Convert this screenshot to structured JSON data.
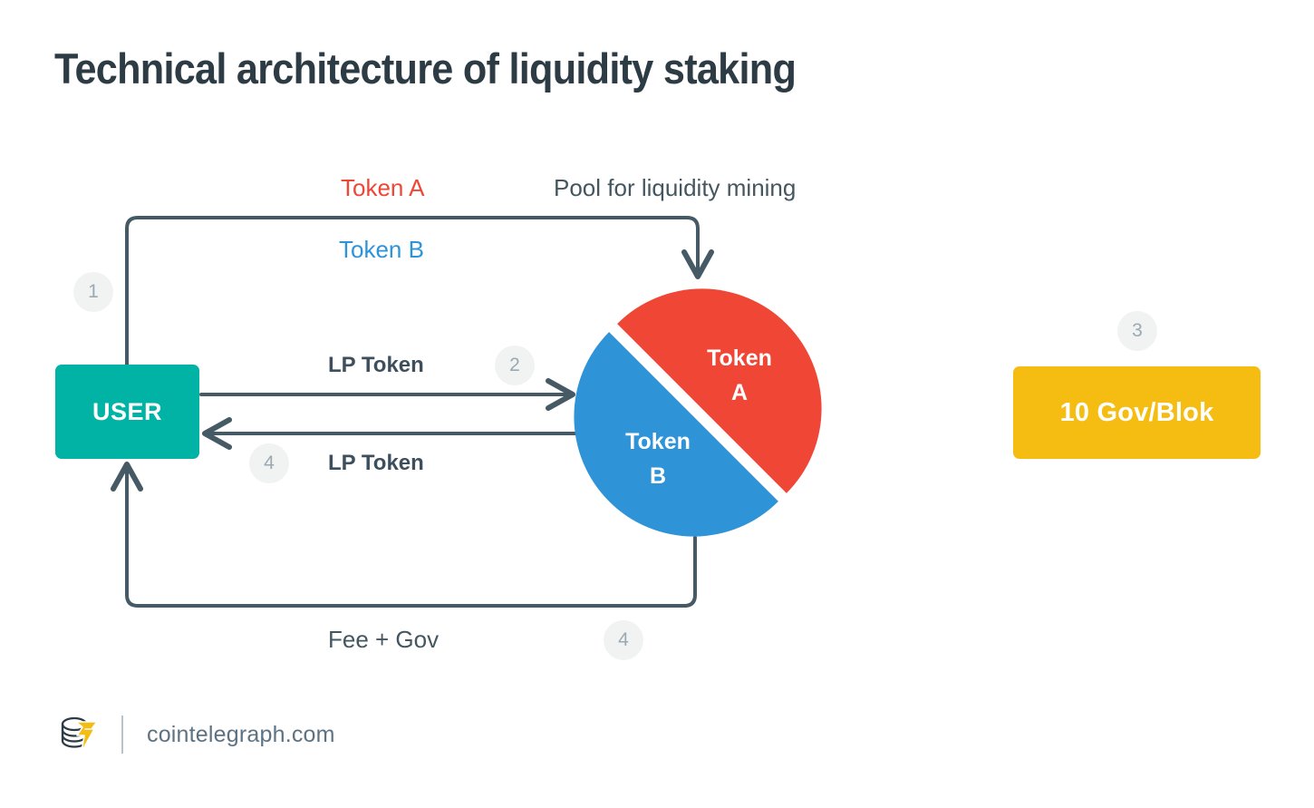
{
  "page": {
    "title": "Technical architecture of liquidity staking",
    "background": "#ffffff"
  },
  "colors": {
    "token_a": "#ef4636",
    "token_b": "#2f93d8",
    "user": "#00b3a4",
    "gov": "#f5bc12",
    "wire": "#455a64",
    "text": "#3d4f5c",
    "badge_bg": "#f1f3f2",
    "badge_text": "#9aa9b2"
  },
  "nodes": {
    "user": {
      "label": "USER"
    },
    "gov": {
      "label": "10 Gov/Blok"
    },
    "pool": {
      "caption": "Pool for liquidity mining",
      "slice_a_label": "Token\nA",
      "slice_b_label": "Token\nB"
    }
  },
  "flow_labels": {
    "token_a": "Token A",
    "token_b": "Token B",
    "pool_caption": "Pool for liquidity mining",
    "lp_token_out": "LP Token",
    "lp_token_in": "LP Token",
    "fee_gov": "Fee + Gov"
  },
  "steps": {
    "one": "1",
    "two": "2",
    "three": "3",
    "four_a": "4",
    "four_b": "4"
  },
  "footer": {
    "site": "cointelegraph.com",
    "logo_icon": "cointelegraph-coin-stack-logo"
  },
  "chart_data": {
    "type": "pie",
    "title": "Pool for liquidity mining",
    "categories": [
      "Token A",
      "Token B"
    ],
    "values": [
      50,
      50
    ],
    "colors": [
      "#ef4636",
      "#2f93d8"
    ],
    "legend": "in-slice labels",
    "note": "Two equal halves split along a diagonal, offset apart"
  }
}
